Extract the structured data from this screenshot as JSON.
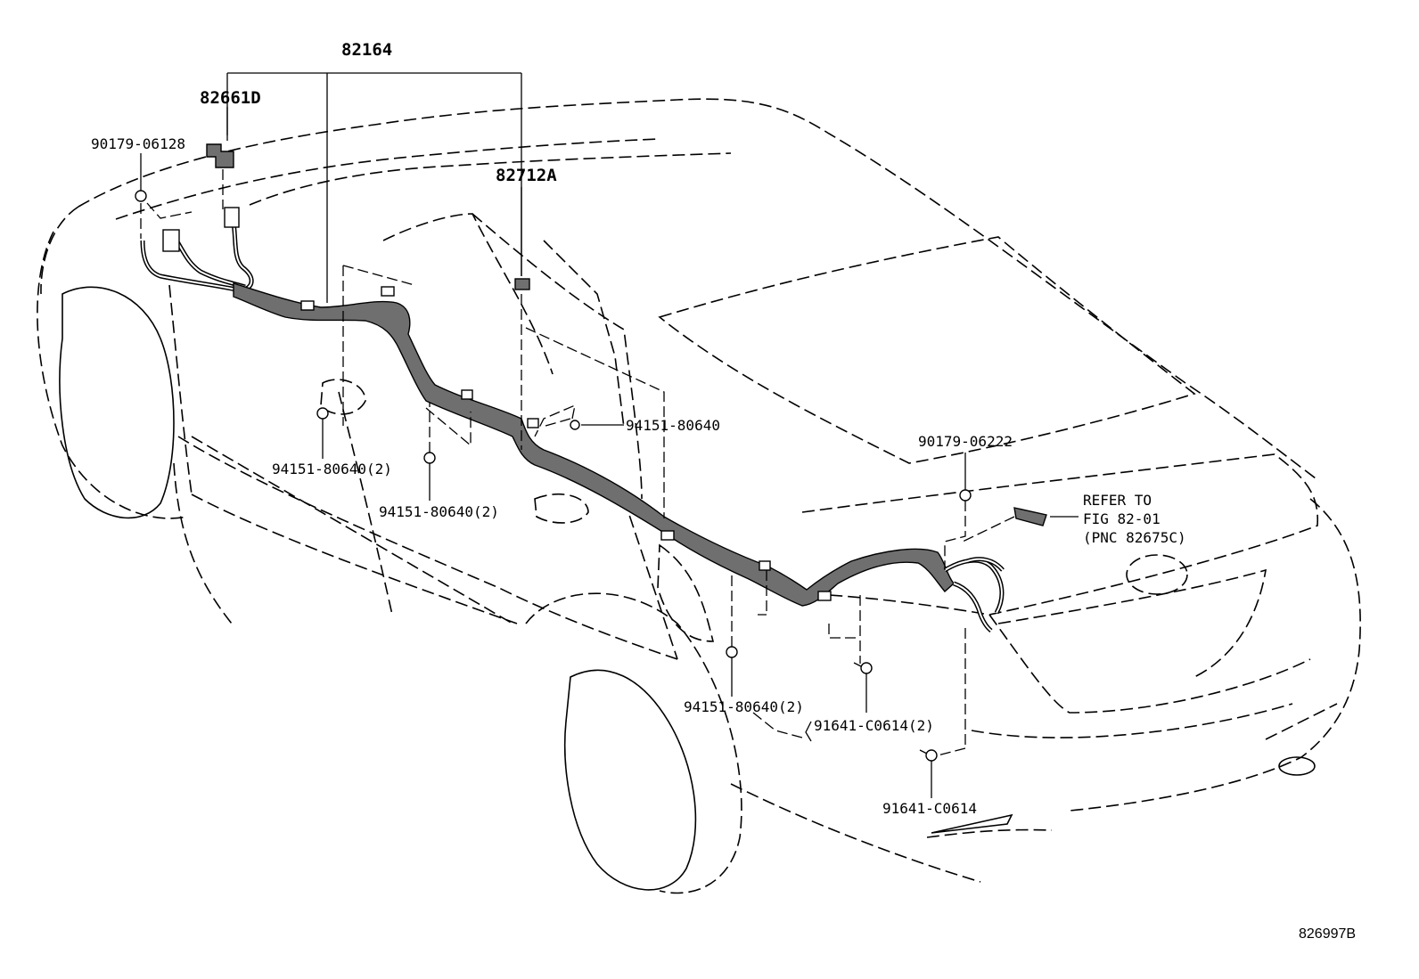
{
  "labels": {
    "harness_main": "82164",
    "connector_a": "82661D",
    "connector_b": "82712A",
    "nut_front": "90179-06128",
    "nut_rear": "90179-06222",
    "clip_door": "94151-80640(2)",
    "clip_center": "94151-80640(2)",
    "clip_pillar": "94151-80640",
    "clip_rear": "94151-80640(2)",
    "bolt_pair": "91641-C0614(2)",
    "bolt_single": "91641-C0614",
    "refer_line1": "REFER TO",
    "refer_line2": "FIG 82-01",
    "refer_line3": "(PNC 82675C)"
  },
  "figure_number": "826997B",
  "colors": {
    "harness": "#6f6f6f",
    "line": "#000000",
    "background": "#ffffff"
  }
}
